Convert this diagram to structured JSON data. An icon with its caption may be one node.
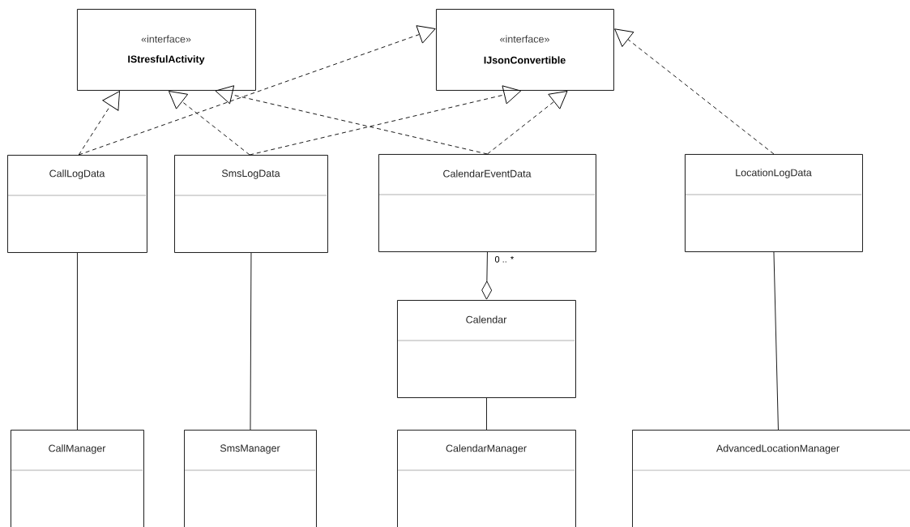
{
  "diagram": {
    "nodes": [
      {
        "text": [
          "«interface»",
          "IStresfulActivity"
        ]
      },
      {
        "text": [
          "«interface»",
          "IJsonConvertible"
        ]
      },
      {
        "text": [
          "CallLogData"
        ]
      },
      {
        "text": [
          "SmsLogData"
        ]
      },
      {
        "text": [
          "CalendarEventData"
        ]
      },
      {
        "text": [
          "LocationLogData"
        ]
      },
      {
        "text": [
          "Calendar"
        ]
      },
      {
        "text": [
          "CallManager"
        ]
      },
      {
        "text": [
          "SmsManager"
        ]
      },
      {
        "text": [
          "CalendarManager"
        ]
      },
      {
        "text": [
          "AdvancedLocationManager"
        ]
      }
    ],
    "edges": [
      {
        "from": 2,
        "to": 0,
        "arrow": "to",
        "style": "dashed"
      },
      {
        "from": 2,
        "to": 1,
        "arrow": "to",
        "style": "dashed"
      },
      {
        "from": 3,
        "to": 0,
        "arrow": "to",
        "style": "dashed"
      },
      {
        "from": 3,
        "to": 1,
        "arrow": "to",
        "style": "dashed"
      },
      {
        "from": 4,
        "to": 0,
        "arrow": "to",
        "style": "dashed"
      },
      {
        "from": 4,
        "to": 1,
        "arrow": "to",
        "style": "dashed"
      },
      {
        "from": 5,
        "to": 1,
        "arrow": "to",
        "style": "dashed"
      },
      {
        "from": 4,
        "to": 6,
        "arrow": "other",
        "label": "0 .. *"
      },
      {
        "from": 2,
        "to": 7,
        "arrow": "none"
      },
      {
        "from": 3,
        "to": 8,
        "arrow": "none"
      },
      {
        "from": 6,
        "to": 9,
        "arrow": "none"
      },
      {
        "from": 5,
        "to": 10,
        "arrow": "none"
      }
    ]
  }
}
